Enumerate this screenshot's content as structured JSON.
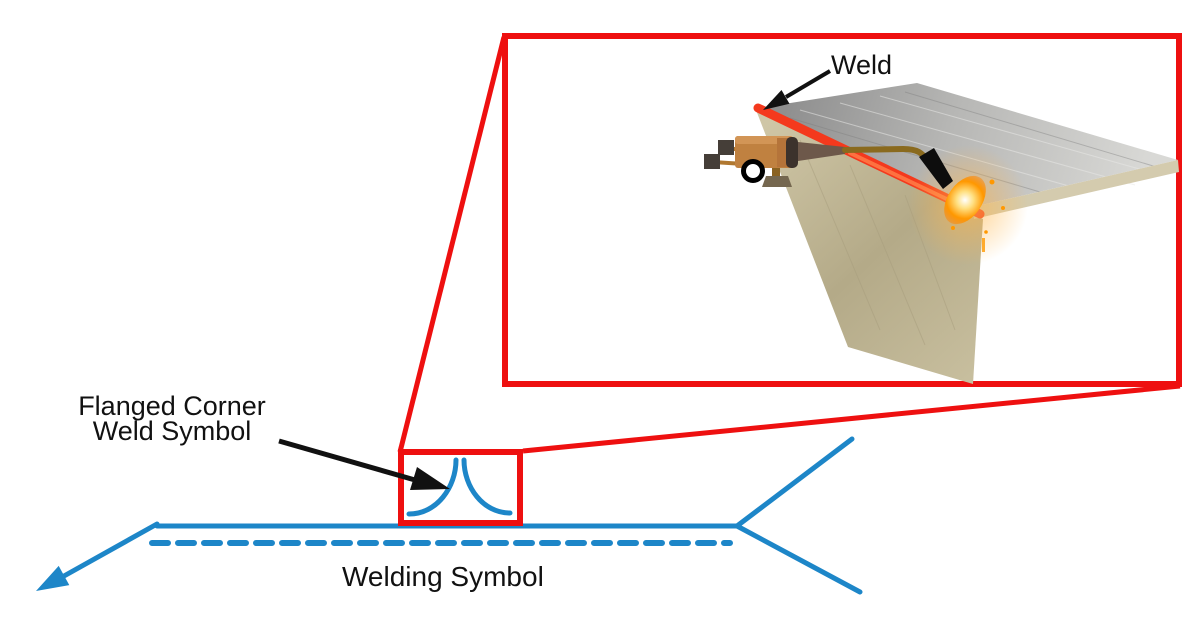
{
  "labels": {
    "flanged_corner": {
      "line1": "Flanged Corner",
      "line2": "Weld Symbol"
    },
    "welding_symbol": "Welding Symbol",
    "weld": "Weld"
  },
  "colors": {
    "line_blue": "#1d86c8",
    "highlight_red": "#ee1010",
    "weld_red": "#f4391d",
    "flame_orange": "#ff9800",
    "text_black": "#111111",
    "metal_gray": "#b5b5b5",
    "plate_khaki": "#c2b896",
    "torch_orange": "#c08140"
  }
}
